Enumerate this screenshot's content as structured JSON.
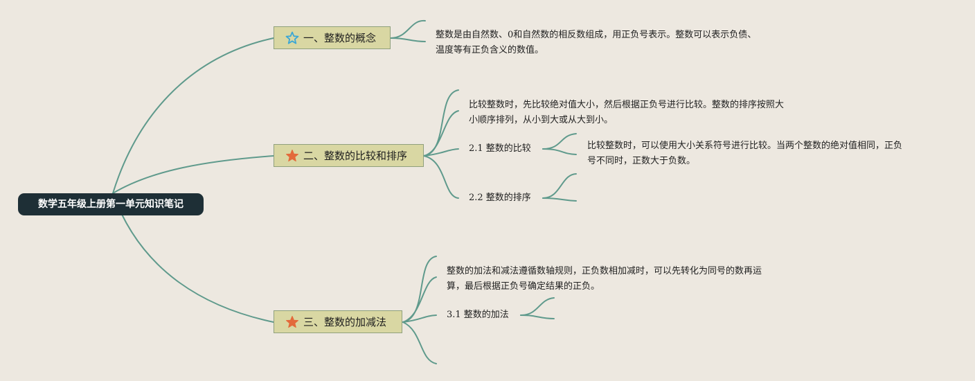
{
  "root": {
    "title": "数学五年级上册第一单元知识笔记"
  },
  "colors": {
    "background": "#ede8e0",
    "connector": "#5f9a8c",
    "root_fill": "#1e2f36",
    "topic_fill": "#d9d7a3",
    "star_outline": "#3aa7d6",
    "star_filled": "#e36a3b"
  },
  "topics": [
    {
      "icon": "star-outline-icon",
      "label": "一、整数的概念",
      "notes": [
        "整数是由自然数、0和自然数的相反数组成，用正负号表示。整数可以表示负债、",
        "温度等有正负含义的数值。"
      ]
    },
    {
      "icon": "star-filled-icon",
      "label": "二、整数的比较和排序",
      "notes": [
        "比较整数时，先比较绝对值大小，然后根据正负号进行比较。整数的排序按照大",
        "小顺序排列，从小到大或从大到小。"
      ],
      "subtopics": [
        {
          "label": "2.1 整数的比较",
          "notes": [
            "比较整数时，可以使用大小关系符号进行比较。当两个整数的绝对值相同，正负",
            "号不同时，正数大于负数。"
          ]
        },
        {
          "label": "2.2 整数的排序"
        }
      ]
    },
    {
      "icon": "star-filled-icon",
      "label": "三、整数的加减法",
      "notes": [
        "整数的加法和减法遵循数轴规则，正负数相加减时，可以先转化为同号的数再运",
        "算，最后根据正负号确定结果的正负。"
      ],
      "subtopics": [
        {
          "label": "3.1 整数的加法"
        }
      ]
    }
  ]
}
